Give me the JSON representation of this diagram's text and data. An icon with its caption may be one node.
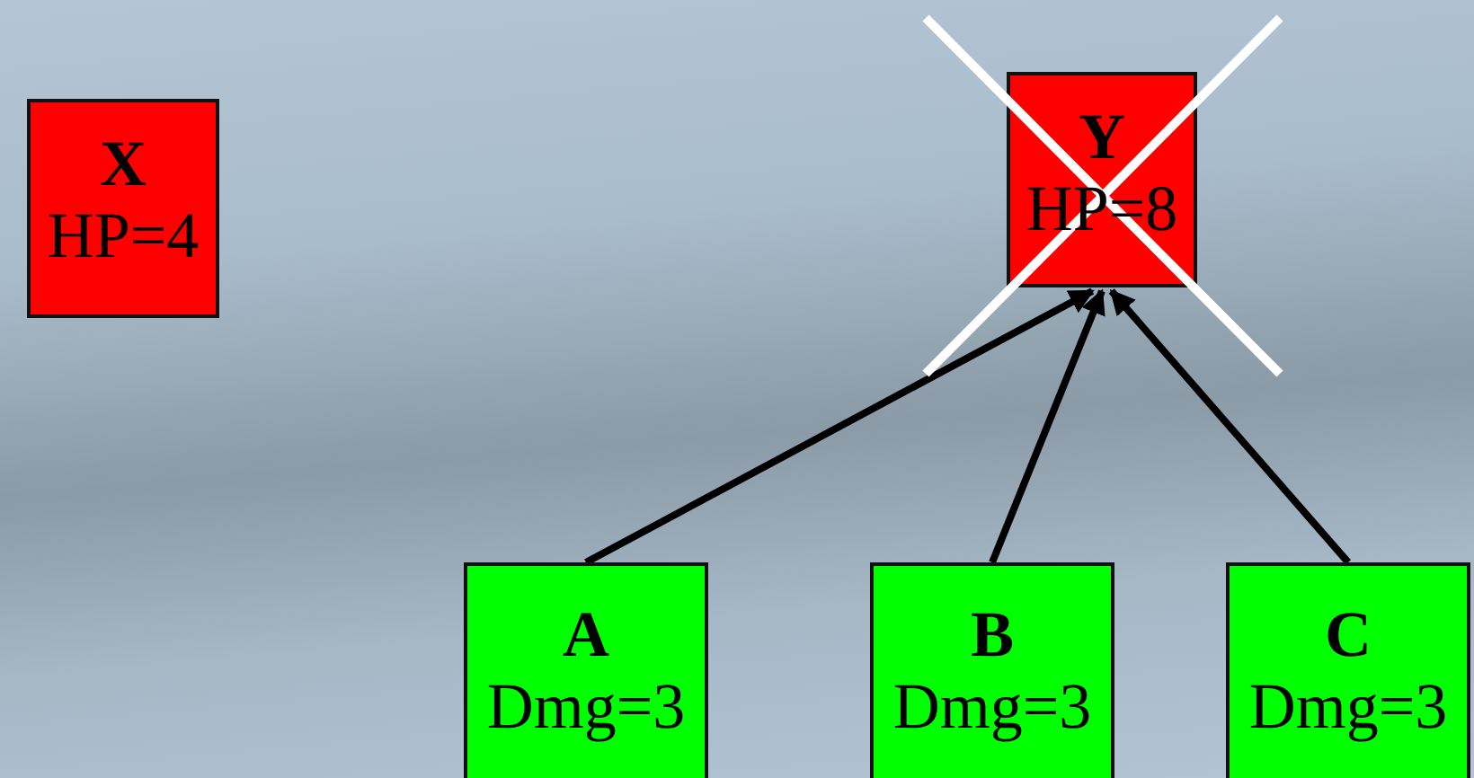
{
  "diagram": {
    "nodes": [
      {
        "text": [
          "X",
          "HP=4"
        ]
      },
      {
        "text": [
          "Y",
          "HP=8"
        ]
      },
      {
        "text": [
          "A",
          "Dmg=3"
        ]
      },
      {
        "text": [
          "B",
          "Dmg=3"
        ]
      },
      {
        "text": [
          "C",
          "Dmg=3"
        ]
      }
    ],
    "edges": [
      {
        "from": 2,
        "to": 1,
        "arrow": "to"
      },
      {
        "from": 3,
        "to": 1,
        "arrow": "to"
      },
      {
        "from": 4,
        "to": 1,
        "arrow": "to"
      }
    ]
  }
}
